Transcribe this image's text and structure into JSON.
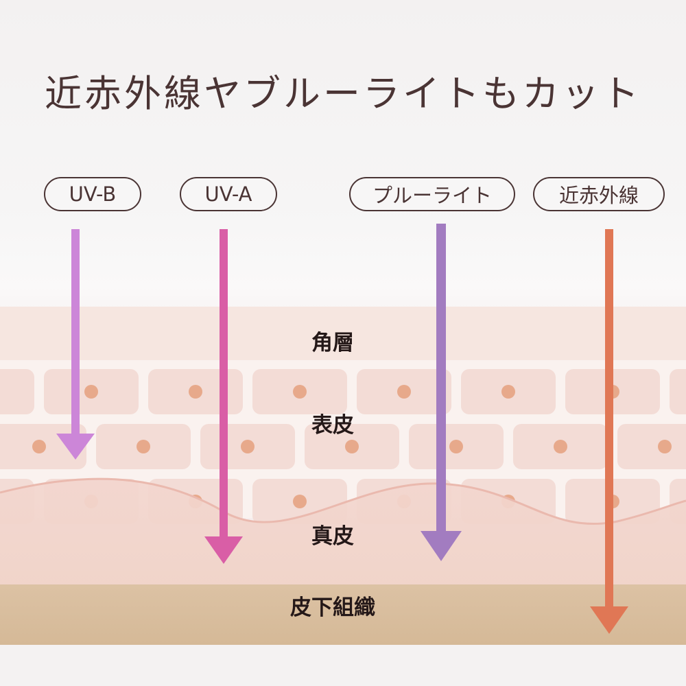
{
  "title": "近赤外線ヤブルーライトもカット",
  "rays": [
    {
      "label": "UV-B",
      "color": "#cc86d8",
      "depth_layer": "表皮"
    },
    {
      "label": "UV-A",
      "color": "#d95ea6",
      "depth_layer": "真皮"
    },
    {
      "label": "プルーライト",
      "color": "#a27cc0",
      "depth_layer": "真皮"
    },
    {
      "label": "近赤外線",
      "color": "#e07755",
      "depth_layer": "皮下組織"
    }
  ],
  "layers": {
    "stratum_corneum": "角層",
    "epidermis": "表皮",
    "dermis": "真皮",
    "subcutaneous": "皮下組織"
  },
  "colors": {
    "title_text": "#4a3434",
    "stratum_corneum": "#f6e6e0",
    "epidermis_cell": "#f3dcd6",
    "dermis": "#f2d2cb",
    "dermis_border": "#eab9ae",
    "subcutaneous": "#d9bea0",
    "cell_dot": "#e7a98b"
  }
}
